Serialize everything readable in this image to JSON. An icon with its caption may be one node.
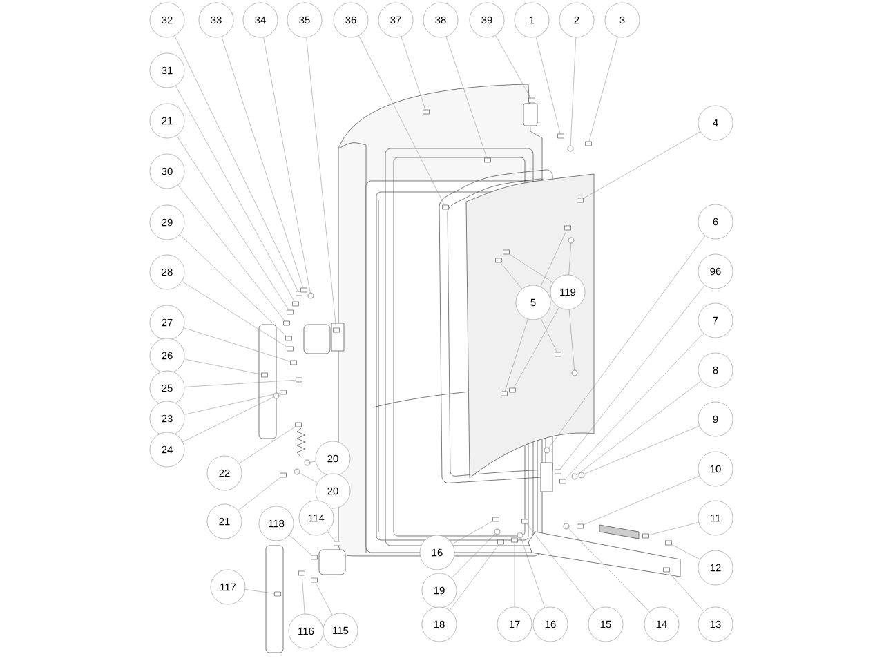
{
  "diagram": {
    "nodes": [
      {
        "text": [
          "32"
        ]
      },
      {
        "text": [
          "33"
        ]
      },
      {
        "text": [
          "34"
        ]
      },
      {
        "text": [
          "35"
        ]
      },
      {
        "text": [
          "36"
        ]
      },
      {
        "text": [
          "37"
        ]
      },
      {
        "text": [
          "38"
        ]
      },
      {
        "text": [
          "39"
        ]
      },
      {
        "text": [
          "1"
        ]
      },
      {
        "text": [
          "2"
        ]
      },
      {
        "text": [
          "3"
        ]
      },
      {
        "text": [
          "31"
        ]
      },
      {
        "text": [
          "21"
        ]
      },
      {
        "text": [
          "30"
        ]
      },
      {
        "text": [
          "29"
        ]
      },
      {
        "text": [
          "28"
        ]
      },
      {
        "text": [
          "27"
        ]
      },
      {
        "text": [
          "26"
        ]
      },
      {
        "text": [
          "25"
        ]
      },
      {
        "text": [
          "23"
        ]
      },
      {
        "text": [
          "24"
        ]
      },
      {
        "text": [
          "4"
        ]
      },
      {
        "text": [
          "6"
        ]
      },
      {
        "text": [
          "96"
        ]
      },
      {
        "text": [
          "7"
        ]
      },
      {
        "text": [
          "8"
        ]
      },
      {
        "text": [
          "9"
        ]
      },
      {
        "text": [
          "10"
        ]
      },
      {
        "text": [
          "11"
        ]
      },
      {
        "text": [
          "12"
        ]
      },
      {
        "text": [
          "13"
        ]
      },
      {
        "text": [
          "5"
        ]
      },
      {
        "text": [
          "119"
        ]
      },
      {
        "text": [
          "22"
        ]
      },
      {
        "text": [
          "20"
        ]
      },
      {
        "text": [
          "21"
        ]
      },
      {
        "text": [
          "20"
        ]
      },
      {
        "text": [
          "118"
        ]
      },
      {
        "text": [
          "114"
        ]
      },
      {
        "text": [
          "117"
        ]
      },
      {
        "text": [
          "116"
        ]
      },
      {
        "text": [
          "115"
        ]
      },
      {
        "text": [
          "16"
        ]
      },
      {
        "text": [
          "19"
        ]
      },
      {
        "text": [
          "18"
        ]
      },
      {
        "text": [
          "17"
        ]
      },
      {
        "text": [
          "16"
        ]
      },
      {
        "text": [
          "15"
        ]
      },
      {
        "text": [
          "14"
        ]
      },
      {
        "text": [],
        "shape": "box"
      },
      {
        "text": [],
        "shape": "box"
      },
      {
        "text": [],
        "shape": "circle"
      },
      {
        "text": [],
        "shape": "box"
      },
      {
        "text": [],
        "shape": "box"
      },
      {
        "text": [],
        "shape": "box"
      },
      {
        "text": [],
        "shape": "box"
      },
      {
        "text": [],
        "shape": "box"
      },
      {
        "text": [],
        "shape": "box"
      },
      {
        "text": [],
        "shape": "circle"
      },
      {
        "text": [],
        "shape": "box"
      },
      {
        "text": [],
        "shape": "box"
      },
      {
        "text": [],
        "shape": "box"
      },
      {
        "text": [],
        "shape": "box"
      },
      {
        "text": [],
        "shape": "box"
      },
      {
        "text": [],
        "shape": "box"
      },
      {
        "text": [],
        "shape": "box"
      },
      {
        "text": [],
        "shape": "box"
      },
      {
        "text": [],
        "shape": "box"
      },
      {
        "text": [],
        "shape": "box"
      },
      {
        "text": [],
        "shape": "circle"
      },
      {
        "text": [],
        "shape": "box"
      },
      {
        "text": [],
        "shape": "circle"
      },
      {
        "text": [],
        "shape": "box"
      },
      {
        "text": [],
        "shape": "box"
      },
      {
        "text": [],
        "shape": "circle"
      },
      {
        "text": [],
        "shape": "circle"
      },
      {
        "text": [],
        "shape": "box"
      },
      {
        "text": [],
        "shape": "box"
      },
      {
        "text": [],
        "shape": "box"
      },
      {
        "text": [],
        "shape": "box"
      },
      {
        "text": [],
        "shape": "box"
      },
      {
        "text": [],
        "shape": "box"
      },
      {
        "text": [],
        "shape": "box"
      },
      {
        "text": [],
        "shape": "box"
      },
      {
        "text": [],
        "shape": "box"
      },
      {
        "text": [],
        "shape": "circle"
      },
      {
        "text": [],
        "shape": "box"
      },
      {
        "text": [],
        "shape": "circle"
      },
      {
        "text": [],
        "shape": "box"
      },
      {
        "text": [],
        "shape": "circle"
      },
      {
        "text": [],
        "shape": "box"
      },
      {
        "text": [],
        "shape": "circle"
      },
      {
        "text": [],
        "shape": "box"
      },
      {
        "text": [],
        "shape": "box"
      },
      {
        "text": [],
        "shape": "box"
      },
      {
        "text": [],
        "shape": "box"
      },
      {
        "text": [],
        "shape": "box"
      },
      {
        "text": [],
        "shape": "box"
      },
      {
        "text": [],
        "shape": "circle"
      },
      {
        "text": [],
        "shape": "box"
      },
      {
        "text": [],
        "shape": "box"
      },
      {
        "text": [],
        "shape": "circle"
      },
      {
        "text": [],
        "shape": "box"
      },
      {
        "text": [],
        "shape": "circle"
      }
    ],
    "edges": [
      {
        "from": 0,
        "to": 49,
        "arrow": "none"
      },
      {
        "from": 1,
        "to": 50,
        "arrow": "none"
      },
      {
        "from": 2,
        "to": 51,
        "arrow": "none"
      },
      {
        "from": 3,
        "to": 52,
        "arrow": "none"
      },
      {
        "from": 4,
        "to": 53,
        "arrow": "none"
      },
      {
        "from": 5,
        "to": 54,
        "arrow": "none"
      },
      {
        "from": 6,
        "to": 55,
        "arrow": "none"
      },
      {
        "from": 7,
        "to": 56,
        "arrow": "none"
      },
      {
        "from": 8,
        "to": 57,
        "arrow": "none"
      },
      {
        "from": 9,
        "to": 58,
        "arrow": "none"
      },
      {
        "from": 10,
        "to": 59,
        "arrow": "none"
      },
      {
        "from": 11,
        "to": 60,
        "arrow": "none"
      },
      {
        "from": 12,
        "to": 61,
        "arrow": "none"
      },
      {
        "from": 13,
        "to": 62,
        "arrow": "none"
      },
      {
        "from": 14,
        "to": 63,
        "arrow": "none"
      },
      {
        "from": 15,
        "to": 64,
        "arrow": "none"
      },
      {
        "from": 16,
        "to": 65,
        "arrow": "none"
      },
      {
        "from": 17,
        "to": 66,
        "arrow": "none"
      },
      {
        "from": 18,
        "to": 67,
        "arrow": "none"
      },
      {
        "from": 19,
        "to": 68,
        "arrow": "none"
      },
      {
        "from": 20,
        "to": 69,
        "arrow": "none"
      },
      {
        "from": 21,
        "to": 70,
        "arrow": "none"
      },
      {
        "from": 22,
        "to": 71,
        "arrow": "none"
      },
      {
        "from": 23,
        "to": 72,
        "arrow": "none"
      },
      {
        "from": 24,
        "to": 73,
        "arrow": "none"
      },
      {
        "from": 25,
        "to": 74,
        "arrow": "none"
      },
      {
        "from": 26,
        "to": 75,
        "arrow": "none"
      },
      {
        "from": 27,
        "to": 76,
        "arrow": "none"
      },
      {
        "from": 28,
        "to": 77,
        "arrow": "none"
      },
      {
        "from": 29,
        "to": 78,
        "arrow": "none"
      },
      {
        "from": 30,
        "to": 79,
        "arrow": "none"
      },
      {
        "from": 31,
        "to": 80,
        "arrow": "none"
      },
      {
        "from": 31,
        "to": 81,
        "arrow": "none"
      },
      {
        "from": 31,
        "to": 82,
        "arrow": "none"
      },
      {
        "from": 31,
        "to": 83,
        "arrow": "none"
      },
      {
        "from": 32,
        "to": 84,
        "arrow": "none"
      },
      {
        "from": 32,
        "to": 85,
        "arrow": "none"
      },
      {
        "from": 32,
        "to": 86,
        "arrow": "none"
      },
      {
        "from": 32,
        "to": 87,
        "arrow": "none"
      },
      {
        "from": 33,
        "to": 88,
        "arrow": "none"
      },
      {
        "from": 34,
        "to": 89,
        "arrow": "none"
      },
      {
        "from": 35,
        "to": 90,
        "arrow": "none"
      },
      {
        "from": 36,
        "to": 91,
        "arrow": "none"
      },
      {
        "from": 37,
        "to": 92,
        "arrow": "none"
      },
      {
        "from": 38,
        "to": 93,
        "arrow": "none"
      },
      {
        "from": 39,
        "to": 94,
        "arrow": "none"
      },
      {
        "from": 40,
        "to": 95,
        "arrow": "none"
      },
      {
        "from": 41,
        "to": 96,
        "arrow": "none"
      },
      {
        "from": 42,
        "to": 97,
        "arrow": "none"
      },
      {
        "from": 43,
        "to": 98,
        "arrow": "none"
      },
      {
        "from": 44,
        "to": 99,
        "arrow": "none"
      },
      {
        "from": 45,
        "to": 100,
        "arrow": "none"
      },
      {
        "from": 46,
        "to": 101,
        "arrow": "none"
      },
      {
        "from": 47,
        "to": 102,
        "arrow": "none"
      },
      {
        "from": 48,
        "to": 103,
        "arrow": "none"
      }
    ]
  }
}
